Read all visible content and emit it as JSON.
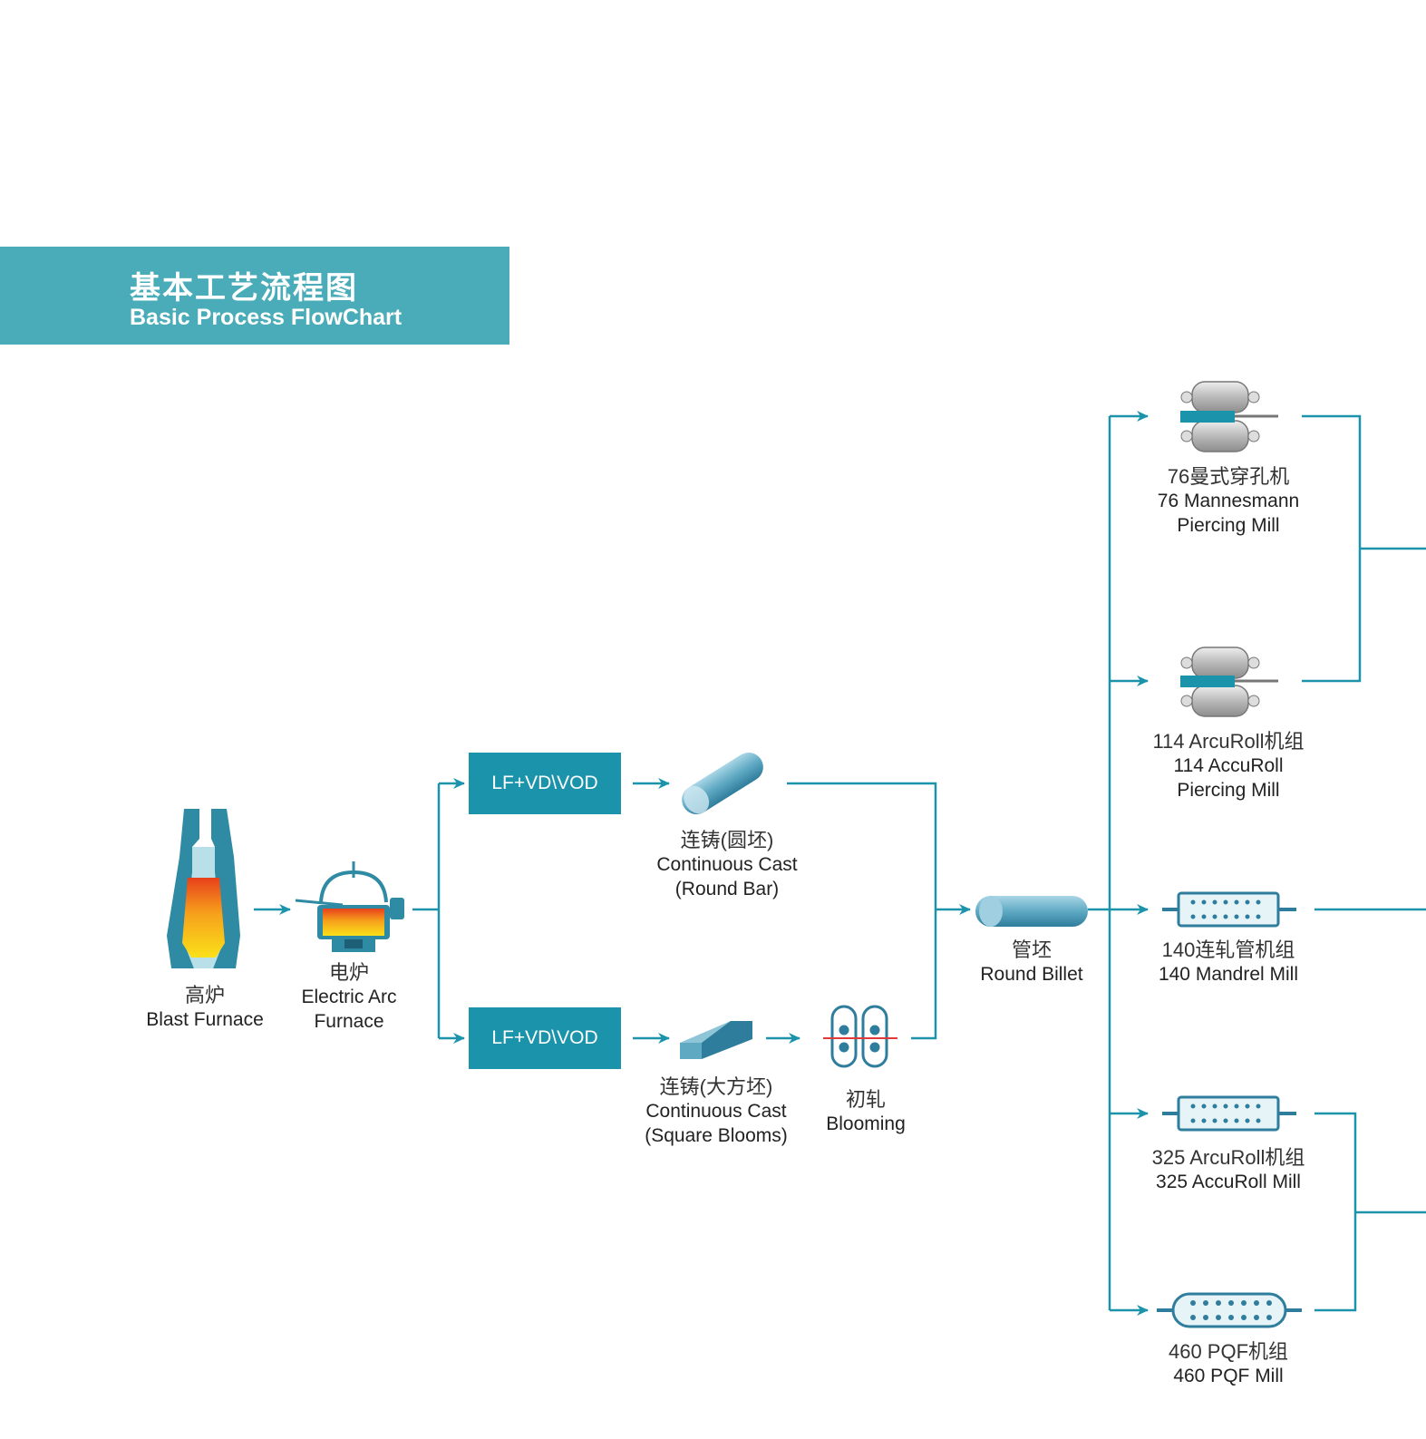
{
  "header": {
    "title_zh": "基本工艺流程图",
    "title_en": "Basic Process FlowChart"
  },
  "colors": {
    "banner": "#4aacb8",
    "line": "#1a93ab",
    "box": "#1a93ab"
  },
  "nodes": {
    "blast_furnace": {
      "zh": "高炉",
      "en": "Blast Furnace",
      "icon": "blast-furnace-icon"
    },
    "electric_arc_furnace": {
      "zh": "电炉",
      "en1": "Electric Arc",
      "en2": "Furnace",
      "icon": "electric-arc-furnace-icon"
    },
    "refining_top": {
      "label": "LF+VD\\VOD"
    },
    "refining_bottom": {
      "label": "LF+VD\\VOD"
    },
    "cc_round": {
      "zh": "连铸(圆坯)",
      "en1": "Continuous  Cast",
      "en2": "(Round Bar)",
      "icon": "round-bar-icon"
    },
    "cc_square": {
      "zh": "连铸(大方坯)",
      "en1": "Continuous  Cast",
      "en2": "(Square Blooms)",
      "icon": "square-bloom-icon"
    },
    "blooming": {
      "zh": "初轧",
      "en": "Blooming",
      "icon": "blooming-mill-icon"
    },
    "round_billet": {
      "zh": "管坯",
      "en": "Round Billet",
      "icon": "round-billet-icon"
    },
    "mill_76": {
      "zh": "76曼式穿孔机",
      "en1": "76 Mannesmann",
      "en2": "Piercing Mill",
      "icon": "piercing-mill-icon"
    },
    "mill_114": {
      "zh": "114 ArcuRoll机组",
      "en1": "114  AccuRoll",
      "en2": "Piercing Mill",
      "icon": "piercing-mill-icon"
    },
    "mill_140": {
      "zh": "140连轧管机组",
      "en": "140 Mandrel Mill",
      "icon": "mandrel-mill-icon"
    },
    "mill_325": {
      "zh": "325 ArcuRoll机组",
      "en": "325  AccuRoll Mill",
      "icon": "accuroll-mill-icon"
    },
    "mill_460": {
      "zh": "460 PQF机组",
      "en": "460 PQF Mill",
      "icon": "pqf-mill-icon"
    }
  }
}
